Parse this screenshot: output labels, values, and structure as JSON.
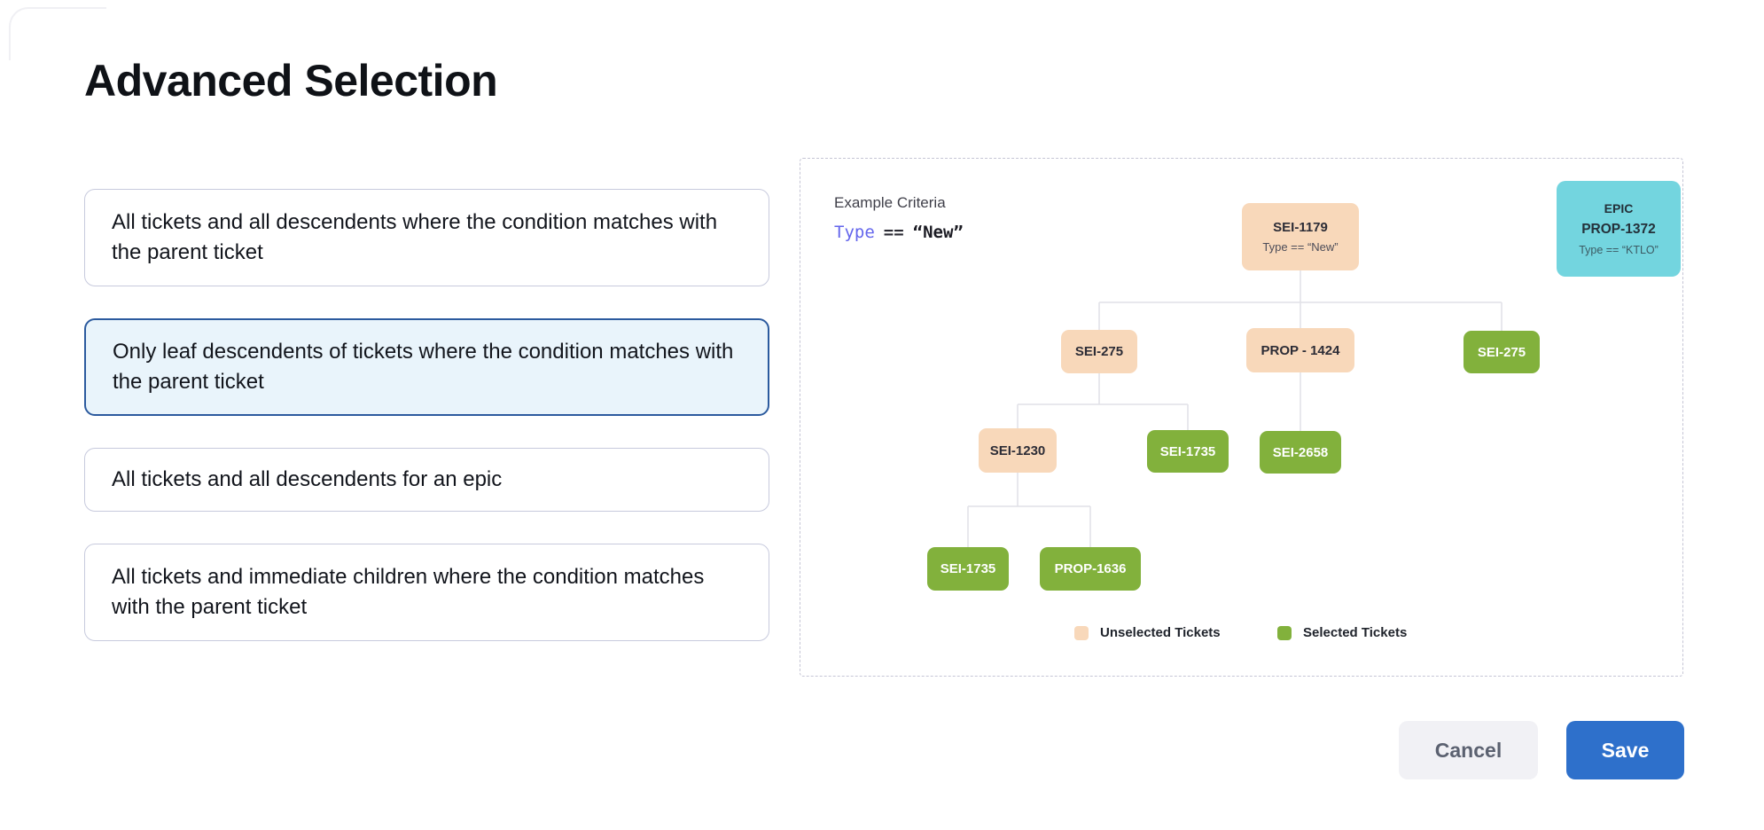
{
  "page": {
    "title": "Advanced Selection"
  },
  "options": [
    {
      "label": "All tickets and all descendents where the condition matches with the parent ticket",
      "selected": false
    },
    {
      "label": "Only leaf descendents of tickets where the condition matches with the parent ticket",
      "selected": true
    },
    {
      "label": "All tickets and all descendents for an epic",
      "selected": false
    },
    {
      "label": "All tickets and immediate children where the condition matches with the parent ticket",
      "selected": false
    }
  ],
  "example": {
    "heading": "Example Criteria",
    "criteria": {
      "field": "Type",
      "operator": "==",
      "value": "“New”"
    }
  },
  "epic_card": {
    "tag": "EPIC",
    "id": "PROP-1372",
    "condition": "Type == “KTLO”"
  },
  "tree": {
    "nodes": [
      {
        "id": "sei-1179",
        "label": "SEI-1179",
        "sublabel": "Type == “New”",
        "state": "unselected"
      },
      {
        "id": "sei-275-a",
        "label": "SEI-275",
        "sublabel": "",
        "state": "unselected"
      },
      {
        "id": "prop-1424",
        "label": "PROP - 1424",
        "sublabel": "",
        "state": "unselected"
      },
      {
        "id": "sei-275-b",
        "label": "SEI-275",
        "sublabel": "",
        "state": "selected"
      },
      {
        "id": "sei-1230",
        "label": "SEI-1230",
        "sublabel": "",
        "state": "unselected"
      },
      {
        "id": "sei-1735-a",
        "label": "SEI-1735",
        "sublabel": "",
        "state": "selected"
      },
      {
        "id": "sei-2658",
        "label": "SEI-2658",
        "sublabel": "",
        "state": "selected"
      },
      {
        "id": "sei-1735-b",
        "label": "SEI-1735",
        "sublabel": "",
        "state": "selected"
      },
      {
        "id": "prop-1636",
        "label": "PROP-1636",
        "sublabel": "",
        "state": "selected"
      }
    ]
  },
  "legend": [
    {
      "label": "Unselected Tickets",
      "color": "#f8d8ba"
    },
    {
      "label": "Selected Tickets",
      "color": "#82b13c"
    }
  ],
  "actions": {
    "cancel": "Cancel",
    "save": "Save"
  },
  "colors": {
    "unselected_ticket": "#f8d8ba",
    "selected_ticket": "#82b13c",
    "epic_card": "#73d5df",
    "save_button": "#2e70cb",
    "selected_card_border": "#2b5a9e",
    "selected_card_bg": "#e9f4fb",
    "criteria_field": "#6365ec",
    "connector": "#e1e1e7"
  }
}
